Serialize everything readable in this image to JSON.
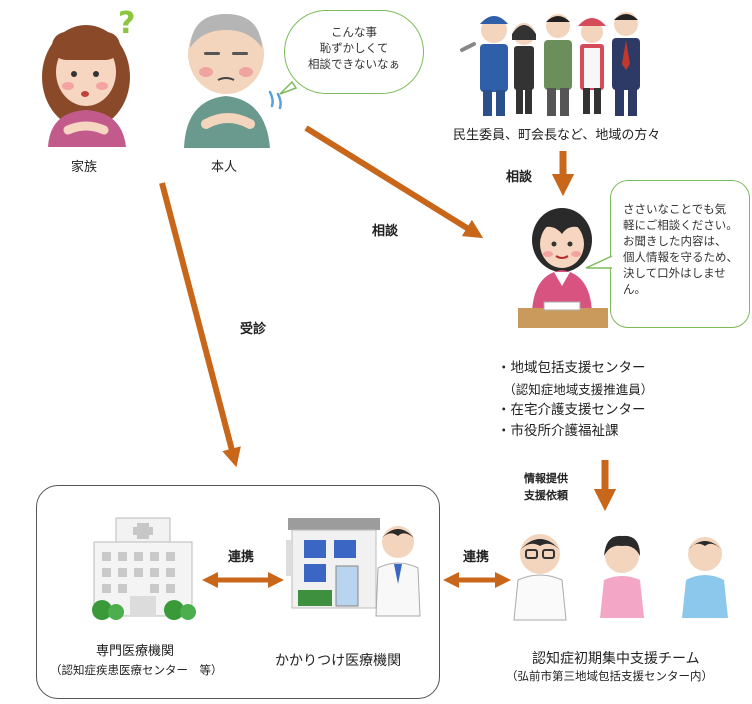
{
  "colors": {
    "arrow": "#c8661a",
    "bubble_border": "#7dbb5a",
    "frame": "#555555"
  },
  "people": {
    "family_label": "家族",
    "self_label": "本人",
    "community_label": "民生委員、町会長など、地域の方々"
  },
  "bubbles": {
    "self_thought": [
      "こんな事",
      "恥ずかしくて",
      "相談できないなぁ"
    ],
    "consultant_speech": [
      "ささいなことでも気",
      "軽にご相談ください。",
      "お聞きした内容は、",
      "個人情報を守るため、",
      "決して口外はしませ",
      "ん。"
    ]
  },
  "arrows": {
    "community_consult": "相談",
    "self_consult": "相談",
    "visit": "受診",
    "info_request_line1": "情報提供",
    "info_request_line2": "支援依頼",
    "link_medical": "連携",
    "link_team": "連携"
  },
  "services": [
    "・地域包括支援センター",
    "　（認知症地域支援推進員）",
    "・在宅介護支援センター",
    "・市役所介護福祉課"
  ],
  "medical": {
    "specialist_label": "専門医療機関",
    "specialist_sub": "（認知症疾患医療センター　等）",
    "clinic_label": "かかりつけ医療機関"
  },
  "team": {
    "label": "認知症初期集中支援チーム",
    "sub": "（弘前市第三地域包括支援センター内）"
  },
  "icons": {
    "question": "question-mark-icon",
    "sweat": "sweat-icon"
  }
}
